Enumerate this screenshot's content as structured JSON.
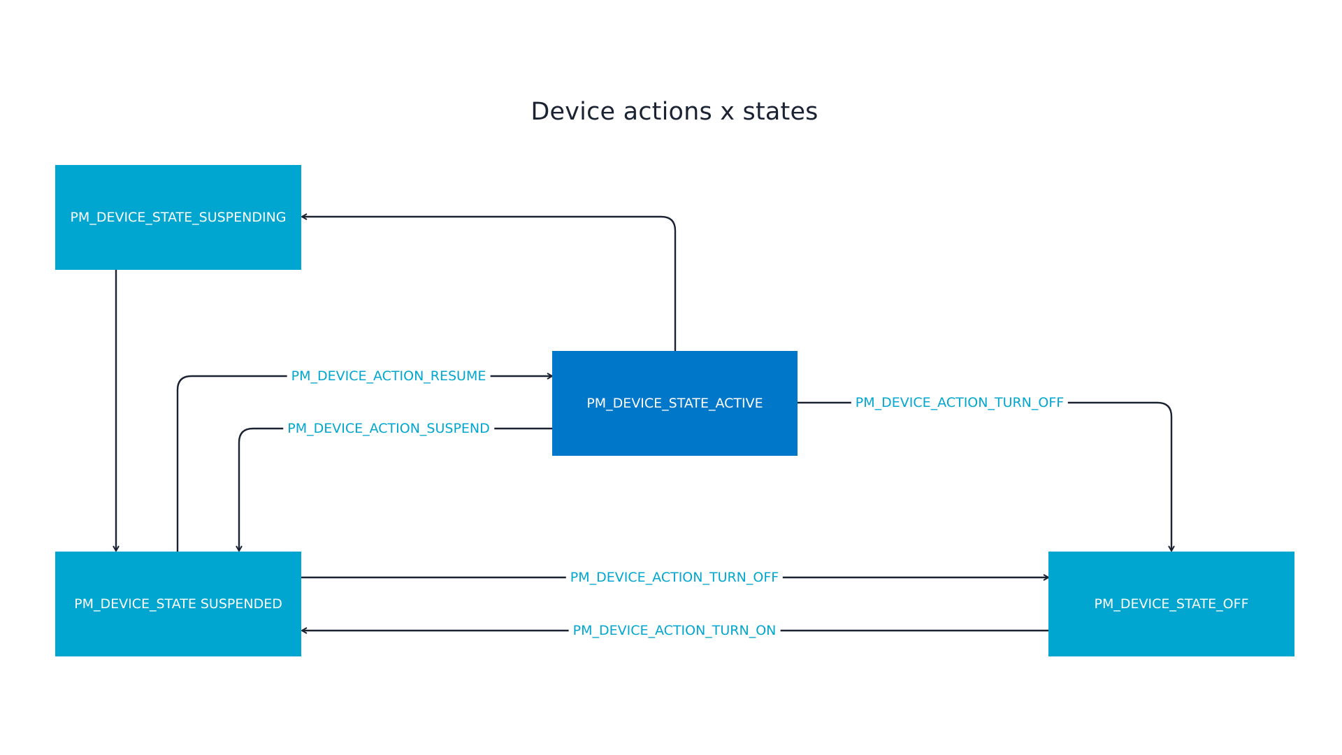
{
  "title": "Device actions x states",
  "colors": {
    "state_box": "#00a6cf",
    "active_box": "#0077c9",
    "edge_line": "#1b2333",
    "edge_label": "#00a6cf",
    "title": "#1b2333"
  },
  "states": {
    "suspending": "PM_DEVICE_STATE_SUSPENDING",
    "active": "PM_DEVICE_STATE_ACTIVE",
    "suspended": "PM_DEVICE_STATE SUSPENDED",
    "off": "PM_DEVICE_STATE_OFF"
  },
  "actions": {
    "resume": "PM_DEVICE_ACTION_RESUME",
    "suspend": "PM_DEVICE_ACTION_SUSPEND",
    "turn_off_active": "PM_DEVICE_ACTION_TURN_OFF",
    "turn_off_suspended": "PM_DEVICE_ACTION_TURN_OFF",
    "turn_on": "PM_DEVICE_ACTION_TURN_ON"
  },
  "transitions": [
    {
      "from": "PM_DEVICE_STATE_ACTIVE",
      "to": "PM_DEVICE_STATE_SUSPENDING",
      "action": ""
    },
    {
      "from": "PM_DEVICE_STATE_SUSPENDING",
      "to": "PM_DEVICE_STATE SUSPENDED",
      "action": ""
    },
    {
      "from": "PM_DEVICE_STATE SUSPENDED",
      "to": "PM_DEVICE_STATE_ACTIVE",
      "action": "PM_DEVICE_ACTION_RESUME"
    },
    {
      "from": "PM_DEVICE_STATE_ACTIVE",
      "to": "PM_DEVICE_STATE SUSPENDED",
      "action": "PM_DEVICE_ACTION_SUSPEND"
    },
    {
      "from": "PM_DEVICE_STATE_ACTIVE",
      "to": "PM_DEVICE_STATE_OFF",
      "action": "PM_DEVICE_ACTION_TURN_OFF"
    },
    {
      "from": "PM_DEVICE_STATE SUSPENDED",
      "to": "PM_DEVICE_STATE_OFF",
      "action": "PM_DEVICE_ACTION_TURN_OFF"
    },
    {
      "from": "PM_DEVICE_STATE_OFF",
      "to": "PM_DEVICE_STATE SUSPENDED",
      "action": "PM_DEVICE_ACTION_TURN_ON"
    }
  ]
}
